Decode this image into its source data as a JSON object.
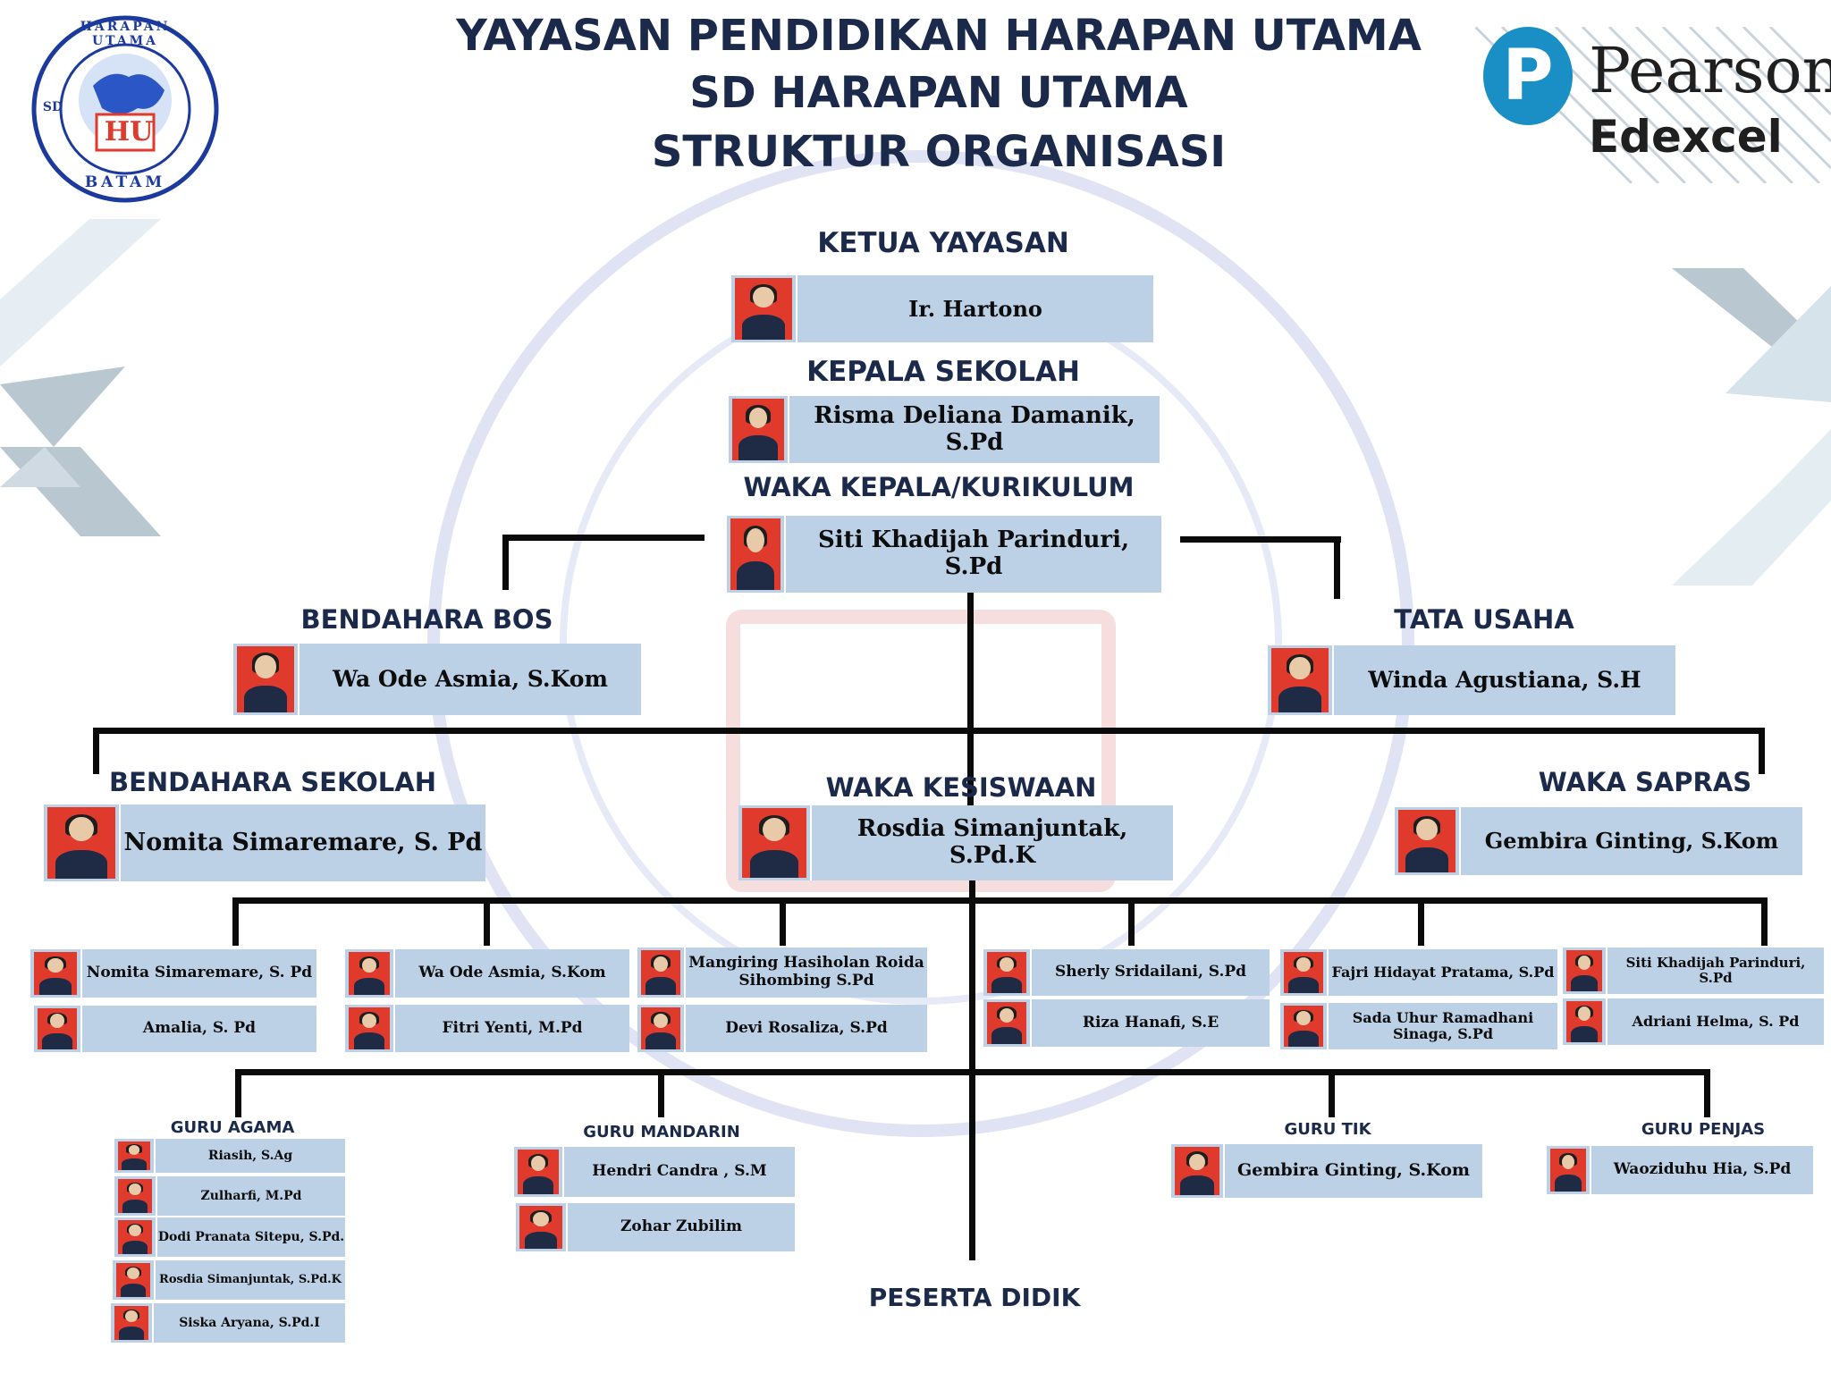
{
  "header": {
    "line1": "YAYASAN PENDIDIKAN HARAPAN UTAMA",
    "line2": "SD HARAPAN UTAMA",
    "line3": "STRUKTUR ORGANISASI"
  },
  "logo": {
    "ring_text": "HARAPAN UTAMA",
    "city": "BATAM",
    "side": "SD",
    "mark": "HU"
  },
  "brand": {
    "name": "Pearson",
    "sub": "Edexcel",
    "letter": "P"
  },
  "colors": {
    "title": "#1b2a4a",
    "card": "#bcd0e6",
    "photo_bg": "#e03a2c",
    "pearson_blue": "#1a8fc6"
  },
  "roles": {
    "ketua": {
      "label": "KETUA YAYASAN",
      "name": "Ir. Hartono"
    },
    "kepsek": {
      "label": "KEPALA SEKOLAH",
      "name": "Risma Deliana Damanik, S.Pd"
    },
    "waka_kurikulum": {
      "label": "WAKA KEPALA/KURIKULUM",
      "name": "Siti Khadijah Parinduri, S.Pd"
    },
    "bendahara_bos": {
      "label": "BENDAHARA BOS",
      "name": "Wa Ode Asmia, S.Kom"
    },
    "tata_usaha": {
      "label": "TATA USAHA",
      "name": "Winda Agustiana, S.H"
    },
    "bendahara_sekolah": {
      "label": "BENDAHARA SEKOLAH",
      "name": "Nomita Simaremare, S. Pd"
    },
    "waka_kesiswaan": {
      "label": "WAKA KESISWAAN",
      "name": "Rosdia Simanjuntak, S.Pd.K"
    },
    "waka_sapras": {
      "label": "WAKA SAPRAS",
      "name": "Gembira Ginting, S.Kom"
    }
  },
  "teachers": [
    [
      "Nomita Simaremare, S. Pd",
      "Amalia, S. Pd"
    ],
    [
      "Wa Ode Asmia, S.Kom",
      "Fitri Yenti, M.Pd"
    ],
    [
      "Mangiring Hasiholan Roida Sihombing S.Pd",
      "Devi Rosaliza, S.Pd"
    ],
    [
      "Sherly Sridailani, S.Pd",
      "Riza Hanafi, S.E"
    ],
    [
      "Fajri Hidayat Pratama, S.Pd",
      "Sada Uhur Ramadhani Sinaga, S.Pd"
    ],
    [
      "Siti Khadijah Parinduri, S.Pd",
      "Adriani Helma, S. Pd"
    ]
  ],
  "guru_agama": {
    "label": "GURU AGAMA",
    "names": [
      "Riasih, S.Ag",
      "Zulharfi, M.Pd",
      "Dodi Pranata Sitepu, S.Pd.",
      "Rosdia Simanjuntak, S.Pd.K",
      "Siska Aryana, S.Pd.I"
    ]
  },
  "guru_mandarin": {
    "label": "GURU MANDARIN",
    "names": [
      "Hendri Candra , S.M",
      "Zohar Zubilim"
    ]
  },
  "guru_tik": {
    "label": "GURU TIK",
    "names": [
      "Gembira Ginting, S.Kom"
    ]
  },
  "guru_penjas": {
    "label": "GURU PENJAS",
    "names": [
      "Waoziduhu Hia, S.Pd"
    ]
  },
  "footer": {
    "label": "PESERTA DIDIK"
  }
}
